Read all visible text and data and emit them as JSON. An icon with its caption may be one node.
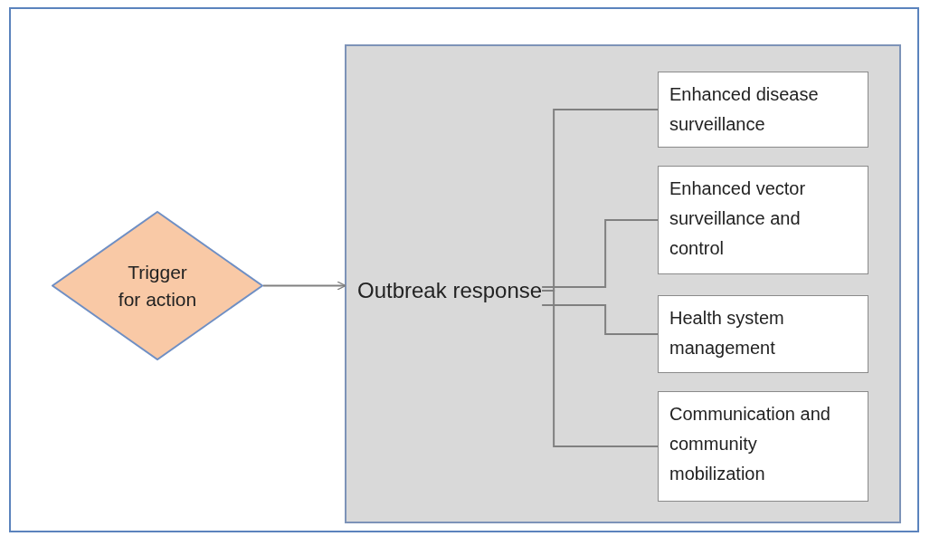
{
  "diagram": {
    "nodes": [
      {
        "text": [
          "Trigger for action"
        ]
      },
      {
        "text": [],
        "shape": "box"
      },
      {
        "text": [
          "Outbreak response"
        ],
        "in": 1
      },
      {
        "text": [
          "Enhanced disease surveillance"
        ],
        "in": 1
      },
      {
        "text": [
          "Enhanced vector surveillance and control"
        ],
        "in": 1
      },
      {
        "text": [
          "Health system management"
        ],
        "in": 1
      },
      {
        "text": [
          "Communication and community mobilization"
        ],
        "in": 1
      }
    ],
    "edges": [
      {
        "from": 0,
        "to": 1,
        "arrow": "to"
      },
      {
        "from": 2,
        "to": 3,
        "arrow": "none"
      },
      {
        "from": 2,
        "to": 4,
        "arrow": "none"
      },
      {
        "from": 2,
        "to": 5,
        "arrow": "none"
      },
      {
        "from": 2,
        "to": 6,
        "arrow": "none"
      }
    ]
  }
}
